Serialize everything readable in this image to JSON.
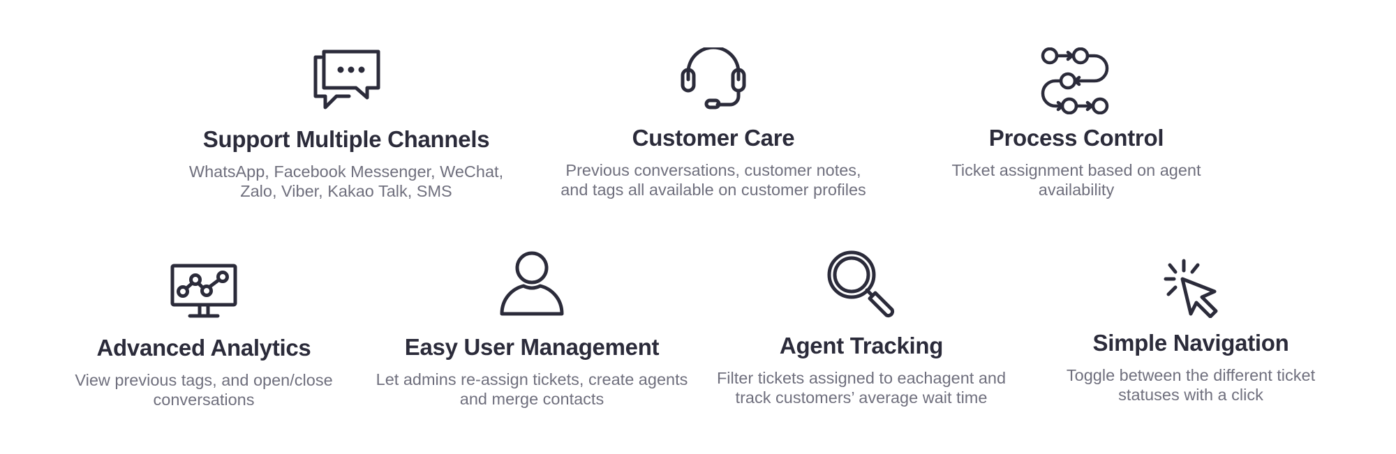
{
  "features": [
    {
      "icon": "chat-bubbles-icon",
      "title": "Support Multiple Channels",
      "desc_lines": [
        "WhatsApp, Facebook Messenger, WeChat,",
        "Zalo, Viber, Kakao Talk, SMS"
      ]
    },
    {
      "icon": "headset-icon",
      "title": "Customer Care",
      "desc_lines": [
        "Previous conversations, customer notes,",
        "and tags all available on customer profiles"
      ]
    },
    {
      "icon": "process-flow-icon",
      "title": "Process Control",
      "desc_lines": [
        "Ticket assignment based on agent",
        "availability"
      ]
    },
    {
      "icon": "analytics-monitor-icon",
      "title": "Advanced Analytics",
      "desc_lines": [
        "View previous tags, and open/close",
        "conversations"
      ]
    },
    {
      "icon": "user-icon",
      "title": "Easy User Management",
      "desc_lines": [
        "Let admins re-assign tickets, create agents",
        "and merge contacts"
      ]
    },
    {
      "icon": "magnifier-icon",
      "title": "Agent Tracking",
      "desc_lines": [
        "Filter tickets assigned to eachagent and",
        "track customers’ average wait time"
      ]
    },
    {
      "icon": "cursor-click-icon",
      "title": "Simple Navigation",
      "desc_lines": [
        "Toggle between the different ticket",
        "statuses with a click"
      ]
    }
  ],
  "colors": {
    "icon": "#2b2b3a",
    "title": "#2b2b3a",
    "description": "#6f6f7d"
  }
}
